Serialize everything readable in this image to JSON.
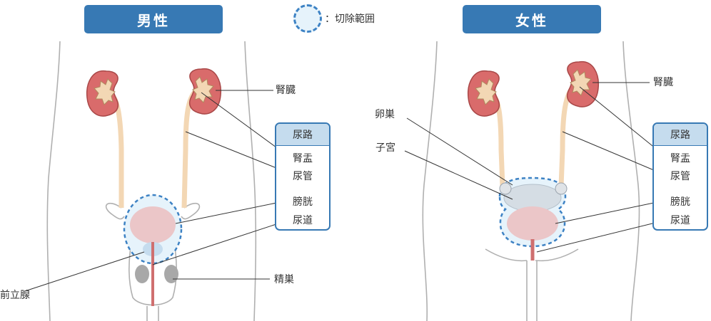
{
  "male": {
    "title": "男性",
    "labels": {
      "kidney": "腎臓",
      "testis": "精巣",
      "prostate": "前立腺"
    },
    "route_box": {
      "title": "尿路",
      "items": [
        "腎盂",
        "尿管",
        "膀胱",
        "尿道"
      ]
    }
  },
  "female": {
    "title": "女性",
    "labels": {
      "kidney": "腎臓",
      "ovary": "卵巣",
      "uterus": "子宮"
    },
    "route_box": {
      "title": "尿路",
      "items": [
        "腎盂",
        "尿管",
        "膀胱",
        "尿道"
      ]
    }
  },
  "legend": {
    "label": "：切除範囲"
  },
  "colors": {
    "badge": "#3779b4",
    "kidney": "#d96b6b",
    "ureter": "#f3d7b4",
    "bladder": "#ebc6c8",
    "resection_fill": "#e6f3fb",
    "resection_border": "#3d82c4",
    "body_outline": "#b0b0b0"
  }
}
